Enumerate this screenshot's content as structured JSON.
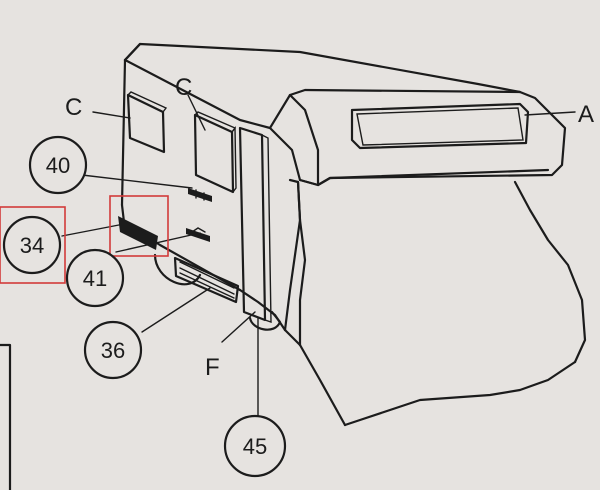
{
  "labels": {
    "a": "A",
    "c_left": "C",
    "c_right": "C",
    "f": "F"
  },
  "callouts": {
    "n40": "40",
    "n34": "34",
    "n41": "41",
    "n36": "36",
    "n45": "45"
  },
  "colors": {
    "ink": "#1c1c1c",
    "paper": "#e6e3e0",
    "highlight": "#d23a3a"
  }
}
